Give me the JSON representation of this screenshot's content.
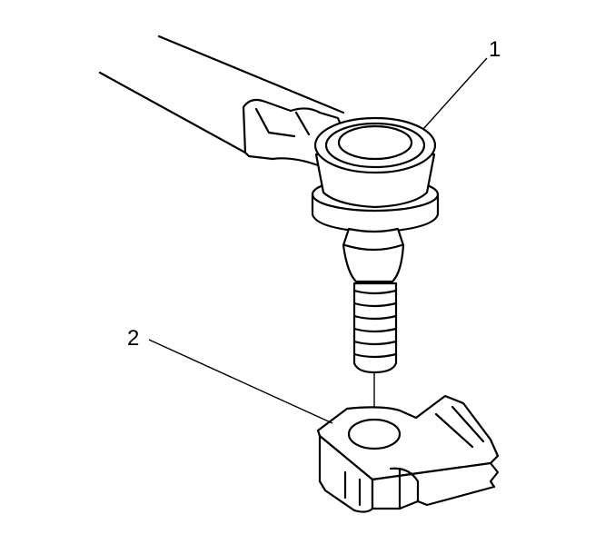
{
  "callouts": [
    {
      "label": "1",
      "target": "tie-rod-end"
    },
    {
      "label": "2",
      "target": "steering-knuckle"
    }
  ]
}
